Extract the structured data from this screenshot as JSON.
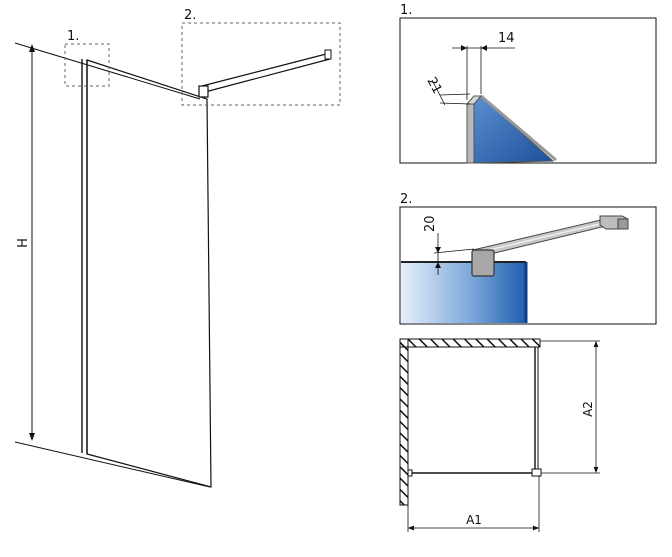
{
  "main_view": {
    "height_label": "H",
    "detail_1_callout": "1.",
    "detail_2_callout": "2."
  },
  "detail_1": {
    "title": "1.",
    "dim_profile_width": "14",
    "dim_offset": "21"
  },
  "detail_2": {
    "title": "2.",
    "dim_bar_height": "20"
  },
  "plan_view": {
    "dim_a1": "A1",
    "dim_a2": "A2"
  },
  "colors": {
    "glass_dark": "#1f5fb0",
    "glass_light": "#cfe2f6",
    "line": "#111111",
    "frame_gray": "#8a8a8a"
  }
}
